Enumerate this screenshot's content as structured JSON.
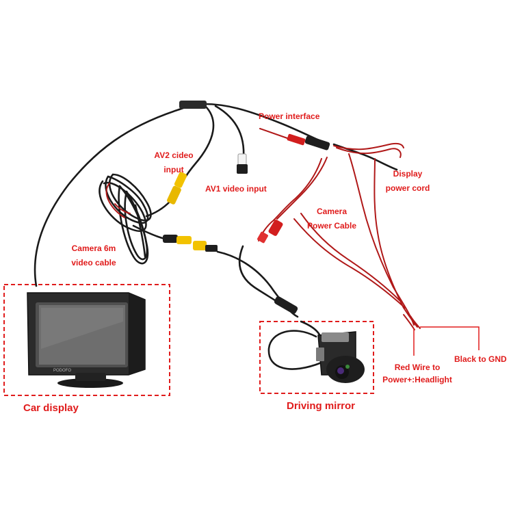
{
  "diagram": {
    "labels": {
      "power_interface": "Power interface",
      "av2_line1": "AV2 cideo",
      "av2_line2": "input",
      "av1": "AV1 video input",
      "display_line1": "Display",
      "display_line2": "power cord",
      "camera_power_line1": "Camera",
      "camera_power_line2": "Power Cable",
      "camera_cable_line1": "Camera 6m",
      "camera_cable_line2": "video cable",
      "red_wire_line1": "Red Wire to",
      "red_wire_line2": "Power+:Headlight",
      "black_gnd": "Black to GND",
      "car_display": "Car display",
      "driving_mirror": "Driving mirror"
    },
    "monitor_brand": "PODOFO"
  },
  "colors": {
    "annotation_red": "#e01b1b",
    "cable_black": "#1a1a1a",
    "wire_red": "#b01818",
    "rca_yellow": "#f2c200",
    "rca_white": "#f4f4f4"
  }
}
